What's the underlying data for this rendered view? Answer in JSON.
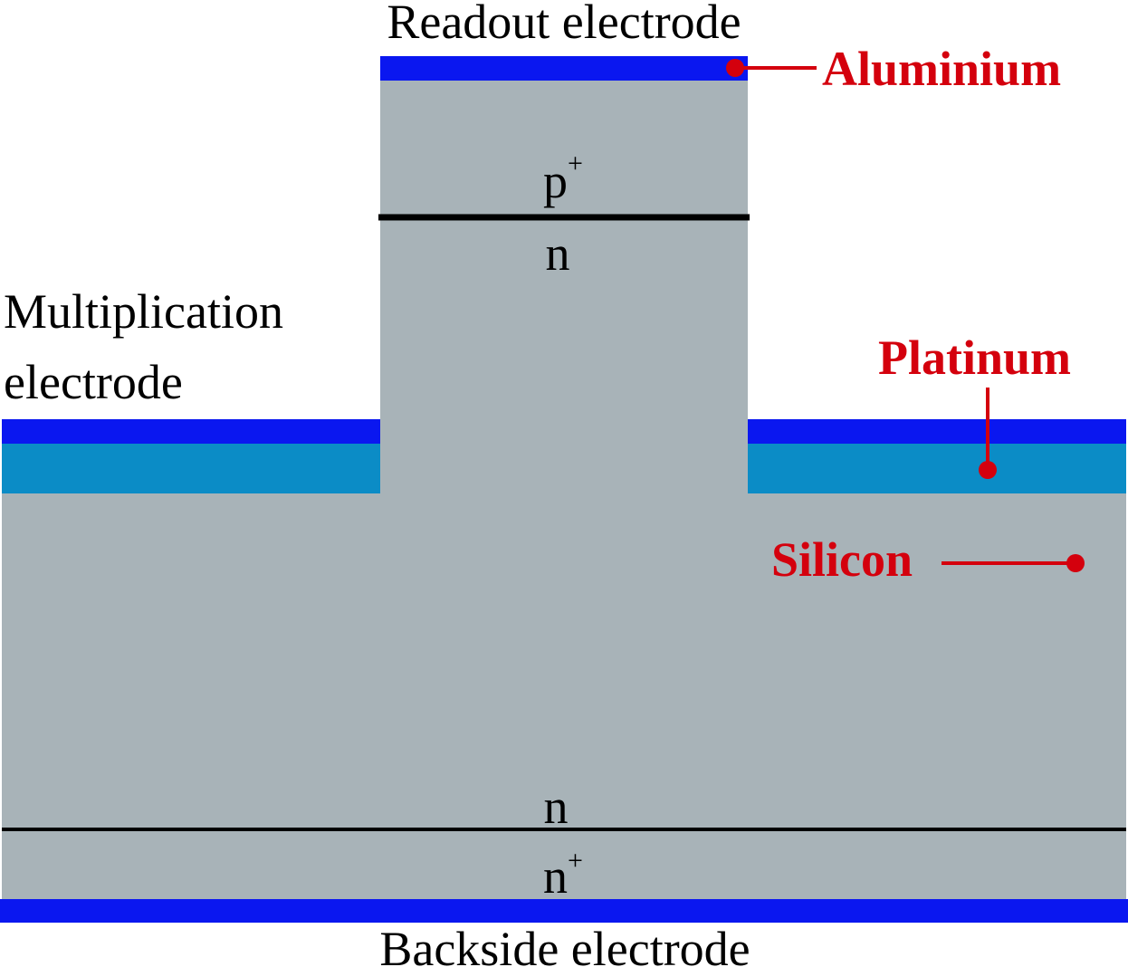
{
  "labels": {
    "readout_electrode": "Readout electrode",
    "multiplication_electrode_line1": "Multiplication",
    "multiplication_electrode_line2": "electrode",
    "backside_electrode": "Backside electrode",
    "p_plus": "p",
    "plus_sup_top": "+",
    "n_upper": "n",
    "n_lower": "n",
    "n_plus": "n",
    "plus_sup_bottom": "+"
  },
  "materials": {
    "aluminium": "Aluminium",
    "platinum": "Platinum",
    "silicon": "Silicon"
  },
  "colors": {
    "silicon": "#a8b3b8",
    "aluminium": "#0a17f0",
    "platinum": "#0b8cc6",
    "callout": "#d4000d",
    "junction": "#000000"
  }
}
